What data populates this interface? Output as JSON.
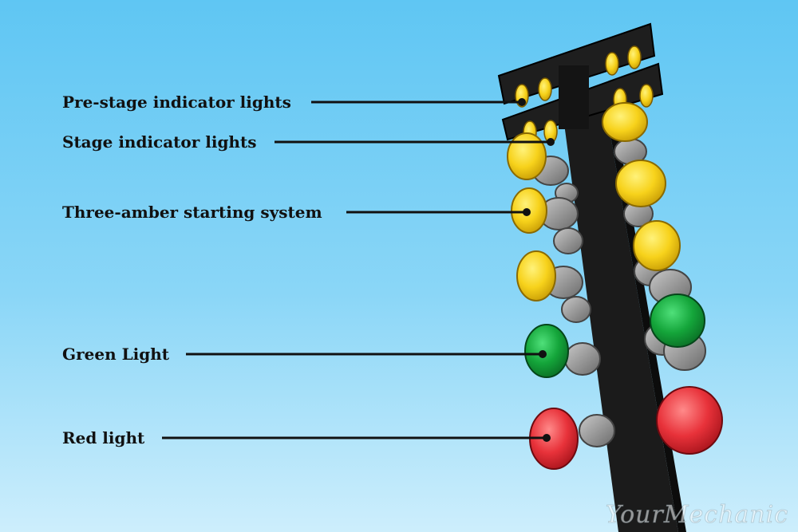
{
  "labels": {
    "prestage": "Pre-stage indicator lights",
    "stage": "Stage indicator lights",
    "amber": "Three-amber starting system",
    "green": "Green Light",
    "red": "Red light"
  },
  "watermark": "YourMechanic",
  "colors": {
    "amber": "#f7d21b",
    "green": "#14a53a",
    "red": "#e8323a",
    "pole": "#1b1b1b",
    "sky_top": "#5fc6f3"
  }
}
